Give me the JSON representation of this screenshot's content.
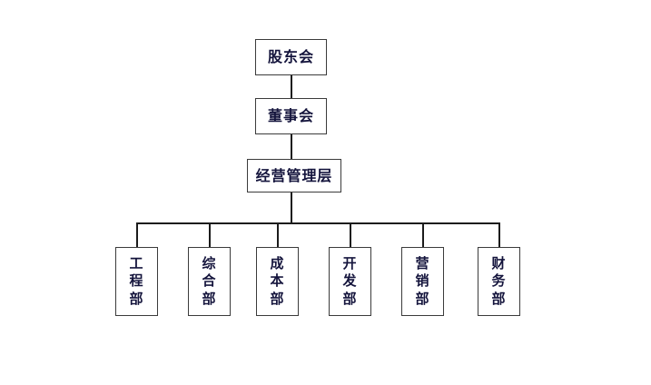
{
  "chart": {
    "type": "org-chart",
    "title": "",
    "background_color": "#ffffff",
    "border_color": "#3b3b3b",
    "line_color": "#1c1c1c",
    "text_color": "#14143c",
    "levels": [
      {
        "level": 1,
        "nodes": [
          {
            "id": "shareholders",
            "label": "股东会"
          }
        ]
      },
      {
        "level": 2,
        "nodes": [
          {
            "id": "board",
            "label": "董事会"
          }
        ]
      },
      {
        "level": 3,
        "nodes": [
          {
            "id": "management",
            "label": "经营管理层"
          }
        ]
      },
      {
        "level": 4,
        "nodes": [
          {
            "id": "engineering",
            "label": "工程部",
            "chars": [
              "工",
              "程",
              "部"
            ]
          },
          {
            "id": "general-affairs",
            "label": "综合部",
            "chars": [
              "综",
              "合",
              "部"
            ]
          },
          {
            "id": "cost",
            "label": "成本部",
            "chars": [
              "成",
              "本",
              "部"
            ]
          },
          {
            "id": "development",
            "label": "开发部",
            "chars": [
              "开",
              "发",
              "部"
            ]
          },
          {
            "id": "marketing",
            "label": "营销部",
            "chars": [
              "营",
              "销",
              "部"
            ]
          },
          {
            "id": "finance",
            "label": "财务部",
            "chars": [
              "财",
              "务",
              "部"
            ]
          }
        ]
      }
    ],
    "nodes": {
      "shareholders": {
        "label": "股东会"
      },
      "board": {
        "label": "董事会"
      },
      "management": {
        "label": "经营管理层"
      },
      "departments": {
        "engineering": {
          "c0": "工",
          "c1": "程",
          "c2": "部"
        },
        "general_affairs": {
          "c0": "综",
          "c1": "合",
          "c2": "部"
        },
        "cost": {
          "c0": "成",
          "c1": "本",
          "c2": "部"
        },
        "development": {
          "c0": "开",
          "c1": "发",
          "c2": "部"
        },
        "marketing": {
          "c0": "营",
          "c1": "销",
          "c2": "部"
        },
        "finance": {
          "c0": "财",
          "c1": "务",
          "c2": "部"
        }
      }
    }
  }
}
